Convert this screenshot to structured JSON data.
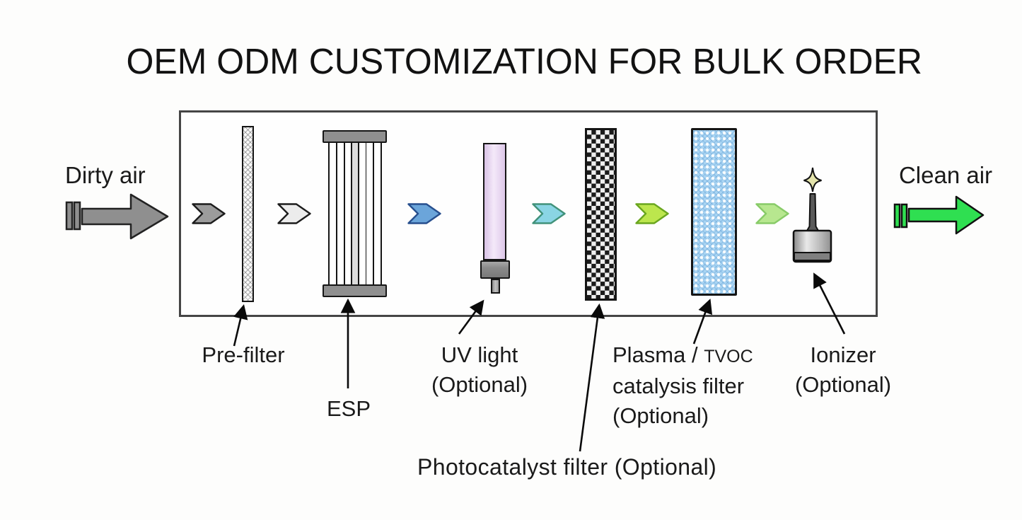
{
  "title": "OEM ODM CUSTOMIZATION FOR BULK ORDER",
  "flow": {
    "input_label": "Dirty air",
    "output_label": "Clean air",
    "input_color": "#8f8f8f",
    "output_color": "#2fdf51",
    "chevrons": [
      {
        "name": "stage-arrow-1",
        "fill": "#9c9c9c",
        "stroke": "#1c1c1c"
      },
      {
        "name": "stage-arrow-2",
        "fill": "#ececec",
        "stroke": "#1c1c1c"
      },
      {
        "name": "stage-arrow-3",
        "fill": "#6ba5da",
        "stroke": "#274f8e"
      },
      {
        "name": "stage-arrow-4",
        "fill": "#8ad5e4",
        "stroke": "#41927a"
      },
      {
        "name": "stage-arrow-5",
        "fill": "#bce64d",
        "stroke": "#6aa61f"
      },
      {
        "name": "stage-arrow-6",
        "fill": "#b7e78f",
        "stroke": "#88cb68"
      }
    ]
  },
  "components": {
    "pre_filter": {
      "label": "Pre-filter"
    },
    "esp": {
      "label": "ESP"
    },
    "uv_light": {
      "label": "UV light",
      "note": "(Optional)"
    },
    "photocatalyst": {
      "label": "Photocatalyst filter (Optional)"
    },
    "plasma": {
      "label_line1_main": "Plasma /",
      "label_line1_small": "TVOC",
      "label_line2": "catalysis filter",
      "note": "(Optional)",
      "fill": "#a9d5f3"
    },
    "ionizer": {
      "label": "Ionizer",
      "note": "(Optional)"
    }
  }
}
